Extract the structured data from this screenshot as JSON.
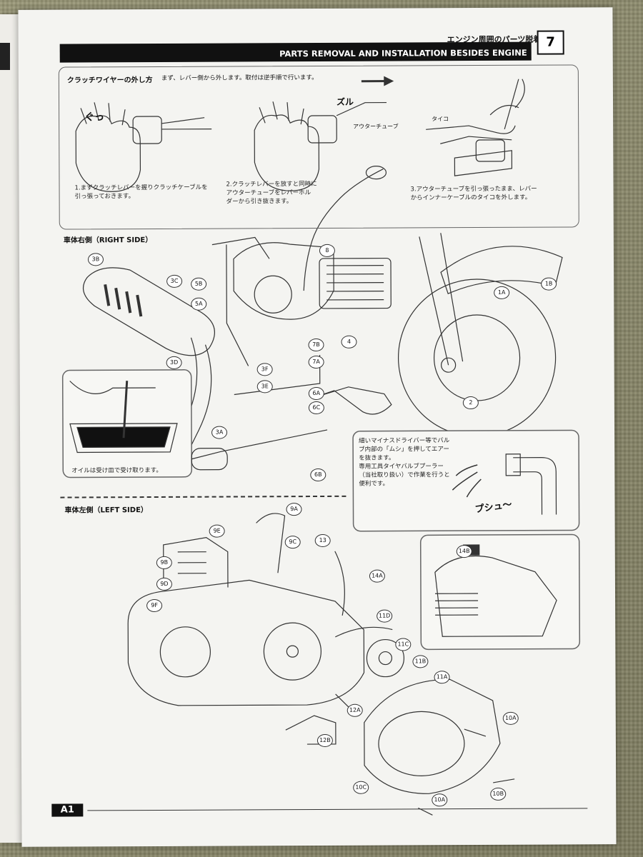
{
  "header": {
    "title_jp": "エンジン周囲のパーツ脱着",
    "title_en": "PARTS REMOVAL AND INSTALLATION BESIDES ENGINE",
    "page_number": "7"
  },
  "clutch_section": {
    "title": "クラッチワイヤーの外し方",
    "subtitle": "まず、レバー側から外します。取付は逆手順で行います。",
    "sfx_1": "ぐっ",
    "sfx_2": "ズル",
    "outer_tube_label": "アウターチューブ",
    "taiko_label": "タイコ",
    "step_1": [
      "1.まずクラッチレバーを握りクラッチケーブルを",
      "引っ張っておきます。"
    ],
    "step_2": [
      "2.クラッチレバーを放すと同時に",
      "アウターチューブをレバーホル",
      "ダーから引き抜きます。"
    ],
    "step_3": [
      "3.アウターチューブを引っ張ったまま、レバー",
      "からインナーケーブルのタイコを外します。"
    ]
  },
  "right_side": {
    "title": "車体右側（RIGHT SIDE）",
    "oil_caption": "オイルは受け皿で受け取ります。",
    "valve_note": [
      "細いマイナスドライバー等でバル",
      "ブ内部の「ムシ」を押してエアー",
      "を抜きます。",
      "専用工具タイヤバルブプーラー",
      "（当社取り扱い）で作業を行うと",
      "便利です。"
    ],
    "sfx_air": "プシュ〜",
    "parts": {
      "p3b": "3B",
      "p3c": "3C",
      "p5b": "5B",
      "p5a": "5A",
      "p3d": "3D",
      "p8": "8",
      "p7b": "7B",
      "p7a": "7A",
      "p4": "4",
      "p3f": "3F",
      "p3e": "3E",
      "p6a": "6A",
      "p6c": "6C",
      "p3a": "3A",
      "p6b": "6B",
      "p1a": "1A",
      "p1b": "1B",
      "p2": "2"
    }
  },
  "left_side": {
    "title": "車体左側（LEFT SIDE）",
    "parts": {
      "p9a": "9A",
      "p9e": "9E",
      "p9c": "9C",
      "p13": "13",
      "p9b": "9B",
      "p9d": "9D",
      "p9f": "9F",
      "p14a": "14A",
      "p14b": "14B",
      "p11d": "11D",
      "p11c": "11C",
      "p11b": "11B",
      "p11a": "11A",
      "p12a": "12A",
      "p12b": "12B",
      "p10a": "10A",
      "p10c": "10C",
      "p10b": "10B",
      "p10a2": "10A"
    }
  },
  "footer": {
    "page_code": "A1"
  }
}
